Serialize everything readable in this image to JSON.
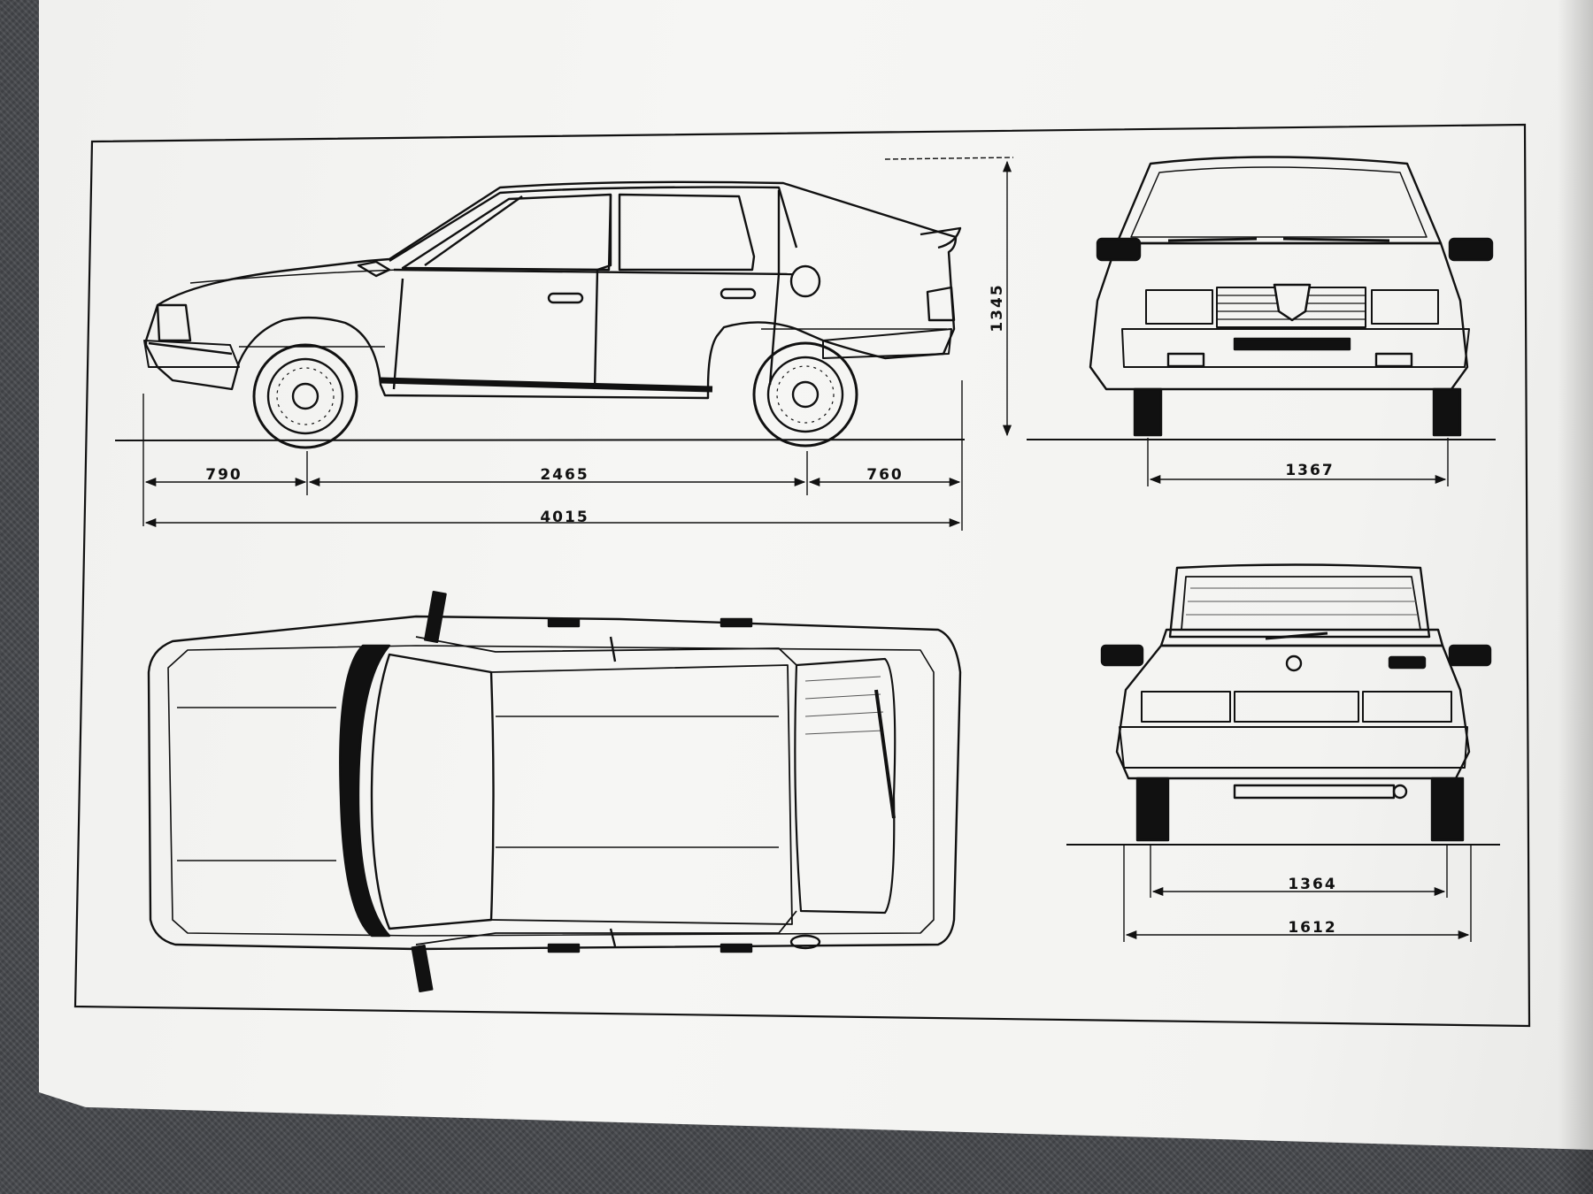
{
  "dimensions": {
    "front_overhang": "790",
    "wheelbase": "2465",
    "rear_overhang": "760",
    "overall_length": "4015",
    "overall_height": "1345",
    "front_track": "1367",
    "rear_track": "1364",
    "overall_width": "1612"
  },
  "colors": {
    "ink": "#111111",
    "paper": "#f4f4f2",
    "carpet": "#46484c"
  },
  "icons": [
    "car-side-view",
    "car-front-view",
    "car-top-view",
    "car-rear-view",
    "alfa-romeo-badge-icon"
  ]
}
